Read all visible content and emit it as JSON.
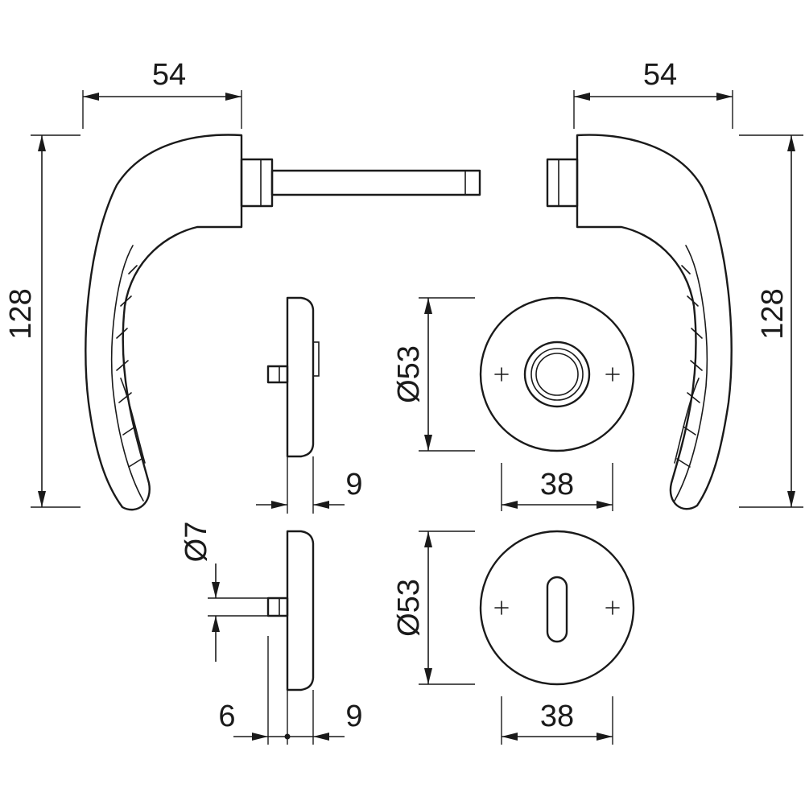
{
  "labels": {
    "lever_left_width": "54",
    "lever_right_width": "54",
    "lever_left_height": "128",
    "lever_right_height": "128",
    "rose_diameter": "Ø53",
    "rose_inner": "38",
    "rose_thickness": "9",
    "escutcheon_diameter": "Ø53",
    "escutcheon_inner": "38",
    "escutcheon_thickness": "9",
    "pin_diameter": "Ø7",
    "pin_length": "6"
  },
  "colors": {
    "line": "#1a1a1a",
    "background": "#ffffff"
  }
}
